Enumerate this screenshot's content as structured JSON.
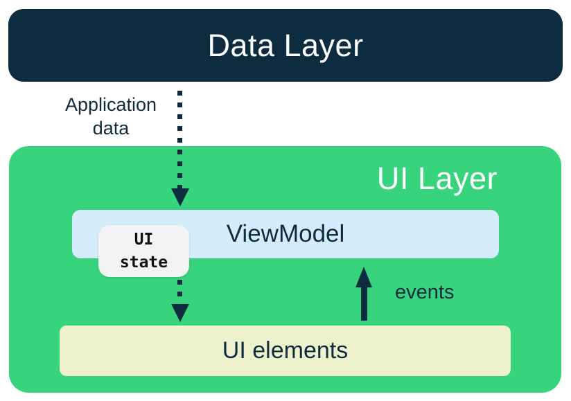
{
  "colors": {
    "navy": "#0e2c40",
    "green": "#37d47d",
    "light_blue": "#d5ecfb",
    "pale_yellow": "#edf2cd",
    "light_gray": "#f1f3f4",
    "white": "#ffffff"
  },
  "nodes": {
    "data_layer": {
      "label": "Data Layer"
    },
    "ui_layer": {
      "label": "UI Layer"
    },
    "viewmodel": {
      "label": "ViewModel"
    },
    "ui_state": {
      "label": "UI\nstate"
    },
    "ui_elements": {
      "label": "UI elements"
    }
  },
  "edges": {
    "application_data": {
      "label": "Application\ndata",
      "from": "data_layer",
      "to": "viewmodel",
      "style": "dotted",
      "direction": "down"
    },
    "ui_state_flow": {
      "label": "",
      "from": "viewmodel",
      "to": "ui_elements",
      "style": "dotted",
      "direction": "down"
    },
    "events": {
      "label": "events",
      "from": "ui_elements",
      "to": "viewmodel",
      "style": "solid",
      "direction": "up"
    }
  }
}
